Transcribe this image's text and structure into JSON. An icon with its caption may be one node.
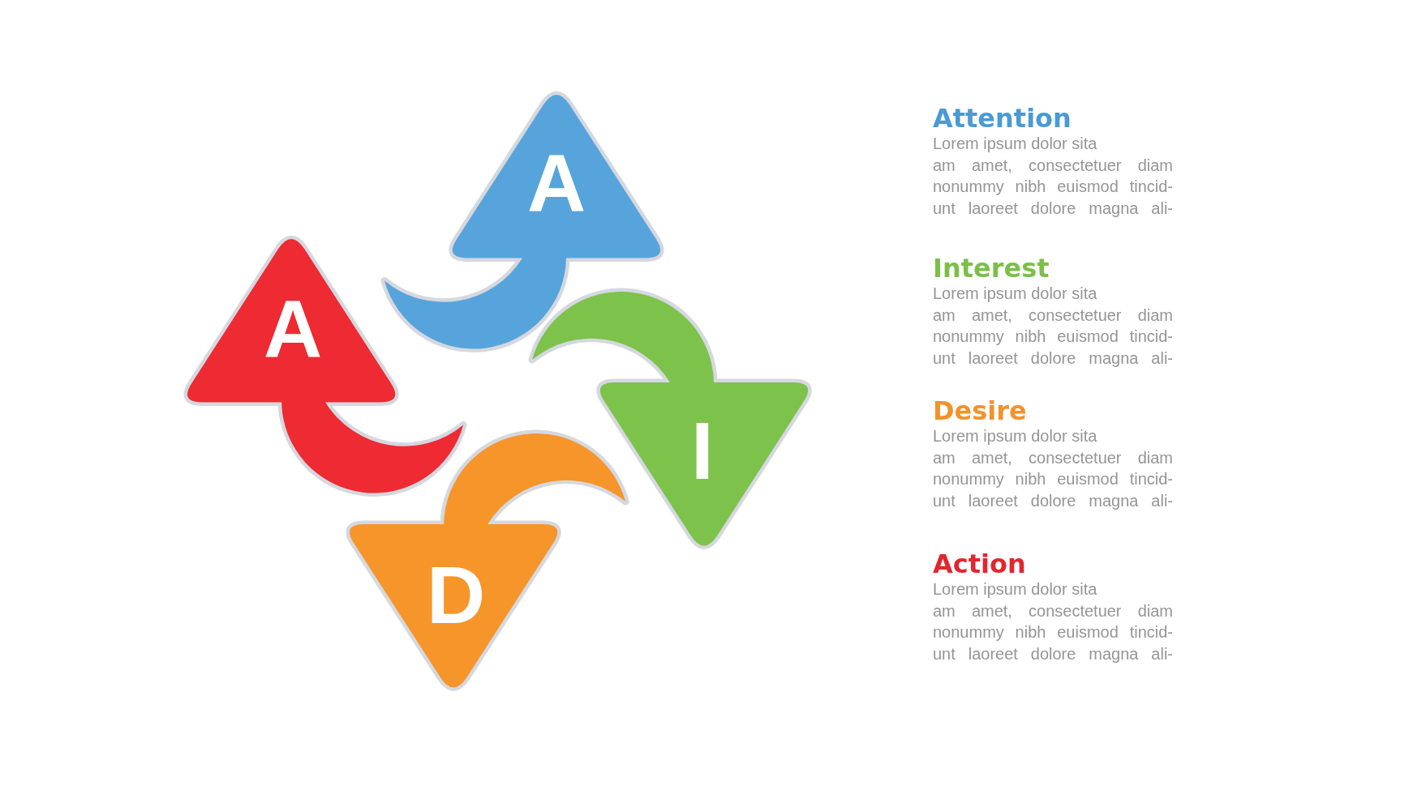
{
  "diagram": {
    "nodes": [
      {
        "text": [
          "A"
        ]
      },
      {
        "text": [
          "A"
        ]
      },
      {
        "text": [
          "I"
        ]
      },
      {
        "text": [
          "D"
        ]
      }
    ],
    "labels": [
      "Attention",
      "Lorem ipsum dolor sita am amet, consectetuer diam nonummy nibh euismod tincid- unt laoreet dolore magna ali-",
      "Interest",
      "Lorem ipsum dolor sita am amet, consectetuer diam nonummy nibh euismod tincid- unt laoreet dolore magna ali-",
      "Desire",
      "Lorem ipsum dolor sita am amet, consectetuer diam nonummy nibh euismod tincid- unt laoreet dolore magna ali-",
      "Action",
      "Lorem ipsum dolor sita am amet, consectetuer diam nonummy nibh euismod tincid- unt laoreet dolore magna ali-"
    ]
  }
}
